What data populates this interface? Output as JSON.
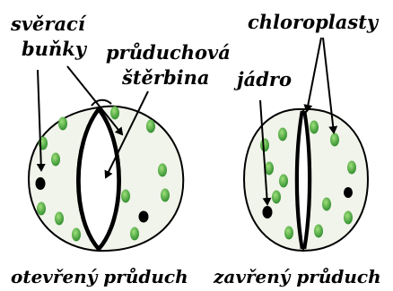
{
  "labels": {
    "guard_cells_line1": "svěrací",
    "guard_cells_line2": "buňky",
    "pore_line1": "průduchová",
    "pore_line2": "štěrbina",
    "chloroplasts": "chloroplasty",
    "nucleus": "jádro",
    "open_caption": "otevřený průduch",
    "closed_caption": "zavřený průduch"
  },
  "colors": {
    "outline": "#000000",
    "cell_fill": "#f1f4ea",
    "chloroplast": "#2f8a2f",
    "chloroplast_highlight": "#8fd06f",
    "nucleus": "#000000"
  }
}
